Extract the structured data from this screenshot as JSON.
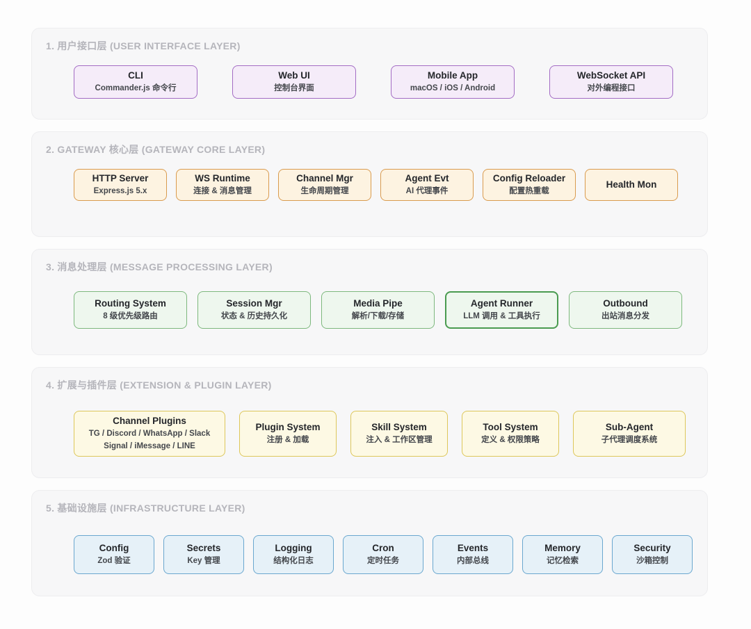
{
  "page": {
    "background": "#fdfdfd",
    "panel_background": "#f7f7f8",
    "layer_title_color": "#b5b5bb"
  },
  "diagram": {
    "layers": [
      {
        "id": "user-interface",
        "title": "1. 用户接口层 (USER INTERFACE LAYER)",
        "theme": {
          "border": "#a36cc4",
          "fill": "#f5ecf9"
        },
        "boxes": [
          {
            "title": "CLI",
            "subtitle": "Commander.js 命令行"
          },
          {
            "title": "Web UI",
            "subtitle": "控制台界面"
          },
          {
            "title": "Mobile App",
            "subtitle": "macOS / iOS / Android"
          },
          {
            "title": "WebSocket API",
            "subtitle": "对外编程接口"
          }
        ]
      },
      {
        "id": "gateway-core",
        "title": "2. GATEWAY 核心层 (GATEWAY CORE LAYER)",
        "theme": {
          "border": "#d99b4e",
          "fill": "#fdf3e1"
        },
        "boxes": [
          {
            "title": "HTTP Server",
            "subtitle": "Express.js 5.x"
          },
          {
            "title": "WS Runtime",
            "subtitle": "连接 & 消息管理"
          },
          {
            "title": "Channel Mgr",
            "subtitle": "生命周期管理"
          },
          {
            "title": "Agent Evt",
            "subtitle": "AI 代理事件"
          },
          {
            "title": "Config Reloader",
            "subtitle": "配置热重载"
          },
          {
            "title": "Health Mon"
          }
        ]
      },
      {
        "id": "message-processing",
        "title": "3. 消息处理层 (MESSAGE PROCESSING LAYER)",
        "theme": {
          "border": "#7db87d",
          "fill": "#eef7ee",
          "highlight_border": "#4a9b50"
        },
        "boxes": [
          {
            "title": "Routing System",
            "subtitle": "8 级优先级路由"
          },
          {
            "title": "Session Mgr",
            "subtitle": "状态 & 历史持久化"
          },
          {
            "title": "Media Pipe",
            "subtitle": "解析/下载/存储"
          },
          {
            "title": "Agent Runner",
            "subtitle": "LLM 调用 & 工具执行",
            "highlight": true
          },
          {
            "title": "Outbound",
            "subtitle": "出站消息分发"
          }
        ]
      },
      {
        "id": "extension-plugin",
        "title": "4. 扩展与插件层 (EXTENSION & PLUGIN LAYER)",
        "theme": {
          "border": "#ddc75a",
          "fill": "#fdf9e4"
        },
        "boxes": [
          {
            "title": "Channel Plugins",
            "subtitle": "TG / Discord / WhatsApp / Slack",
            "subtitle2": "Signal / iMessage / LINE"
          },
          {
            "title": "Plugin System",
            "subtitle": "注册 & 加载"
          },
          {
            "title": "Skill System",
            "subtitle": "注入 & 工作区管理"
          },
          {
            "title": "Tool System",
            "subtitle": "定义 & 权限策略"
          },
          {
            "title": "Sub-Agent",
            "subtitle": "子代理调度系统"
          }
        ]
      },
      {
        "id": "infrastructure",
        "title": "5. 基础设施层 (INFRASTRUCTURE LAYER)",
        "theme": {
          "border": "#6aa7cf",
          "fill": "#e6f1f8"
        },
        "boxes": [
          {
            "title": "Config",
            "subtitle": "Zod 验证"
          },
          {
            "title": "Secrets",
            "subtitle": "Key 管理"
          },
          {
            "title": "Logging",
            "subtitle": "结构化日志"
          },
          {
            "title": "Cron",
            "subtitle": "定时任务"
          },
          {
            "title": "Events",
            "subtitle": "内部总线"
          },
          {
            "title": "Memory",
            "subtitle": "记忆检索"
          },
          {
            "title": "Security",
            "subtitle": "沙箱控制"
          }
        ]
      }
    ]
  }
}
